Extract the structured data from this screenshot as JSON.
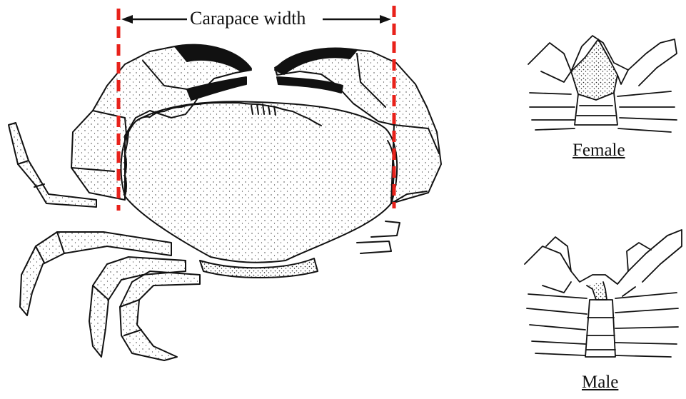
{
  "labels": {
    "carapace_width": "Carapace width",
    "female": "Female",
    "male": "Male"
  },
  "colors": {
    "measure_line": "#e8221b",
    "ink": "#111111"
  }
}
